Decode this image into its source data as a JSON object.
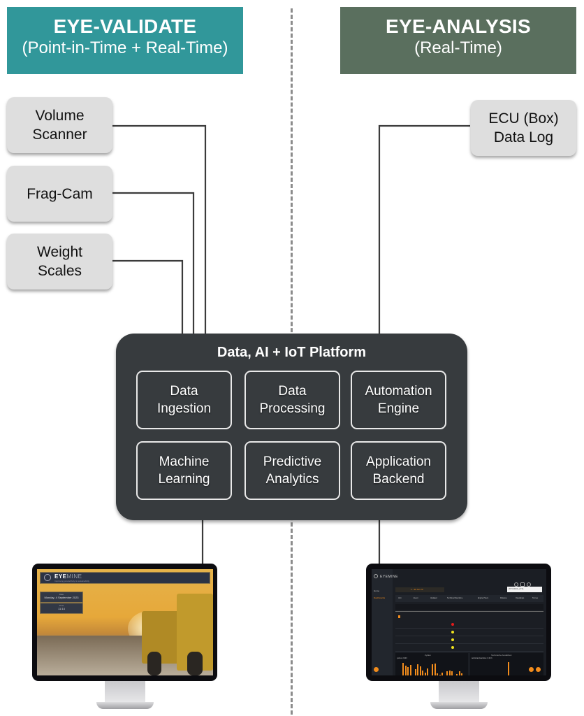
{
  "headers": {
    "left": {
      "title": "EYE-VALIDATE",
      "subtitle": "(Point-in-Time + Real-Time)",
      "color": "#31979a"
    },
    "right": {
      "title": "EYE-ANALYSIS",
      "subtitle": "(Real-Time)",
      "color": "#5a6f5e"
    }
  },
  "sources": {
    "left": [
      {
        "line1": "Volume",
        "line2": "Scanner"
      },
      {
        "line1": "Frag-Cam",
        "line2": ""
      },
      {
        "line1": "Weight",
        "line2": "Scales"
      }
    ],
    "right": [
      {
        "line1": "ECU (Box)",
        "line2": "Data Log"
      }
    ]
  },
  "platform": {
    "title": "Data, AI + IoT Platform",
    "modules": [
      {
        "line1": "Data",
        "line2": "Ingestion"
      },
      {
        "line1": "Data",
        "line2": "Processing"
      },
      {
        "line1": "Automation",
        "line2": "Engine"
      },
      {
        "line1": "Machine",
        "line2": "Learning"
      },
      {
        "line1": "Predictive",
        "line2": "Analytics"
      },
      {
        "line1": "Application",
        "line2": "Backend"
      }
    ]
  },
  "monitors": {
    "left": {
      "brand_a": "EYE",
      "brand_b": "MINE",
      "brand_tagline": "Improving productivity & sustainability",
      "date_label": "Date",
      "date_value": "Monday, 4 September 2023",
      "time_label": "Time",
      "time_value": "11:14"
    },
    "right": {
      "brand": "EYEMINE",
      "nav_items": [
        "Home",
        "Dashboards"
      ],
      "date_range": "1 - 30 Jun 23",
      "machine_select": "WTC0000_2711",
      "table_columns": [
        "Unit",
        "Event",
        "Updated",
        "Technical Downtime",
        "Engine Hours",
        "Distance",
        "Operatings",
        "Tonnes"
      ],
      "status_colors": [
        "#e21b1b",
        "#f0e21e",
        "#f0e21e",
        "#f0e21e"
      ],
      "panel_left_title": "Zyklen",
      "panel_left_metric": "cycles: 2,003",
      "panel_right_title": "Technische Ausfallzeit",
      "panel_right_metric": "technical downtime: 0.00 h",
      "accent": "#f28c1c"
    }
  }
}
